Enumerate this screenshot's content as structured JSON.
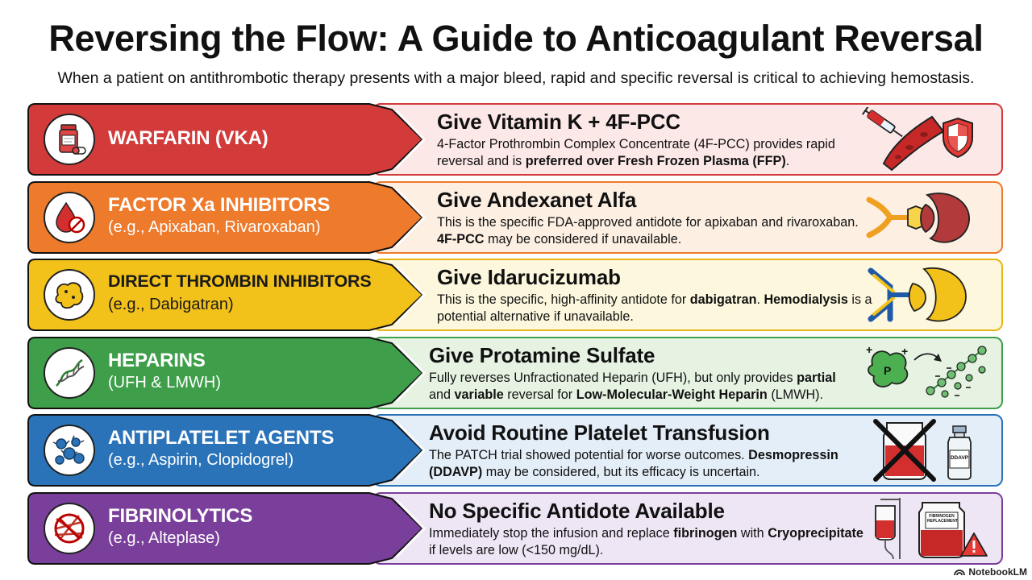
{
  "header": {
    "title": "Reversing the Flow: A Guide to Anticoagulant Reversal",
    "subtitle": "When a patient on antithrombotic therapy presents with a major bleed, rapid and specific reversal is critical to achieving hemostasis."
  },
  "rows": [
    {
      "name": "WARFARIN (VKA)",
      "example": "",
      "treatment": "Give Vitamin K + 4F-PCC",
      "body": [
        {
          "t": "4-Factor Prothrombin Complex Concentrate (4F-PCC) provides rapid reversal and is ",
          "b": false
        },
        {
          "t": "preferred over Fresh Frozen Plasma (FFP)",
          "b": true
        },
        {
          "t": ".",
          "b": false
        }
      ],
      "left_icon": "medicine-bottle-icon",
      "right_icons": [
        "syringe-icon",
        "blood-vessel-icon",
        "shield-icon"
      ],
      "color": "#d33a3a",
      "panel_bg": "#fde8e8",
      "panel_border": "#d33a3a"
    },
    {
      "name": "FACTOR Xa INHIBITORS",
      "example": "(e.g., Apixaban, Rivaroxaban)",
      "treatment": "Give Andexanet Alfa",
      "body": [
        {
          "t": "This is the specific FDA-approved antidote for apixaban and rivaroxaban. ",
          "b": false
        },
        {
          "t": "4F-PCC",
          "b": true
        },
        {
          "t": " may be considered if unavailable.",
          "b": false
        }
      ],
      "left_icon": "blood-drop-blocked-icon",
      "right_icons": [
        "decoy-protein-icon",
        "factor-xa-icon"
      ],
      "color": "#ee7a2c",
      "panel_bg": "#fdf0e3",
      "panel_border": "#ee7a2c"
    },
    {
      "name": "DIRECT THROMBIN INHIBITORS",
      "example": "(e.g., Dabigatran)",
      "treatment": "Give Idarucizumab",
      "body": [
        {
          "t": "This is the specific, high-affinity antidote for ",
          "b": false
        },
        {
          "t": "dabigatran",
          "b": true
        },
        {
          "t": ". ",
          "b": false
        },
        {
          "t": "Hemodialysis",
          "b": true
        },
        {
          "t": " is a potential alternative if unavailable.",
          "b": false
        }
      ],
      "left_icon": "thrombin-icon",
      "right_icons": [
        "antibody-icon",
        "thrombin-target-icon"
      ],
      "color": "#f2c21b",
      "panel_bg": "#fdf7dd",
      "panel_border": "#e8b614"
    },
    {
      "name": "HEPARINS",
      "example": "(UFH & LMWH)",
      "treatment": "Give Protamine Sulfate",
      "body": [
        {
          "t": "Fully reverses Unfractionated Heparin (UFH), but only provides ",
          "b": false
        },
        {
          "t": "partial",
          "b": true
        },
        {
          "t": " and ",
          "b": false
        },
        {
          "t": "variable",
          "b": true
        },
        {
          "t": " reversal for ",
          "b": false
        },
        {
          "t": "Low-Molecular-Weight Heparin",
          "b": true
        },
        {
          "t": " (LMWH).",
          "b": false
        }
      ],
      "left_icon": "heparin-chain-icon",
      "right_icons": [
        "protamine-icon",
        "heparin-binding-icon"
      ],
      "color": "#3e9e4a",
      "panel_bg": "#e6f3e3",
      "panel_border": "#3e9e4a"
    },
    {
      "name": "ANTIPLATELET AGENTS",
      "example": "(e.g., Aspirin, Clopidogrel)",
      "treatment": "Avoid Routine Platelet Transfusion",
      "body": [
        {
          "t": "The PATCH trial showed potential for worse outcomes. ",
          "b": false
        },
        {
          "t": "Desmopressin (DDAVP)",
          "b": true
        },
        {
          "t": " may be considered, but its efficacy is uncertain.",
          "b": false
        }
      ],
      "left_icon": "platelets-icon",
      "right_icons": [
        "crossed-transfusion-icon",
        "ddavp-vial-icon"
      ],
      "vial_label": "DDAVP",
      "color": "#2a73b9",
      "panel_bg": "#e4eef8",
      "panel_border": "#2a73b9"
    },
    {
      "name": "FIBRINOLYTICS",
      "example": "(e.g., Alteplase)",
      "treatment": "No Specific Antidote Available",
      "body": [
        {
          "t": "Immediately stop the infusion and replace ",
          "b": false
        },
        {
          "t": "fibrinogen",
          "b": true
        },
        {
          "t": " with ",
          "b": false
        },
        {
          "t": "Cryoprecipitate",
          "b": true
        },
        {
          "t": " if levels are low (<150 mg/dL).",
          "b": false
        }
      ],
      "left_icon": "fibrin-blocked-icon",
      "right_icons": [
        "iv-bag-icon",
        "fibrinogen-bag-icon",
        "warning-icon"
      ],
      "bag_label": "FIBRINOGEN REPLACEMENT",
      "color": "#7a3f9a",
      "panel_bg": "#efe6f5",
      "panel_border": "#7a3f9a"
    }
  ],
  "brand": "NotebookLM"
}
